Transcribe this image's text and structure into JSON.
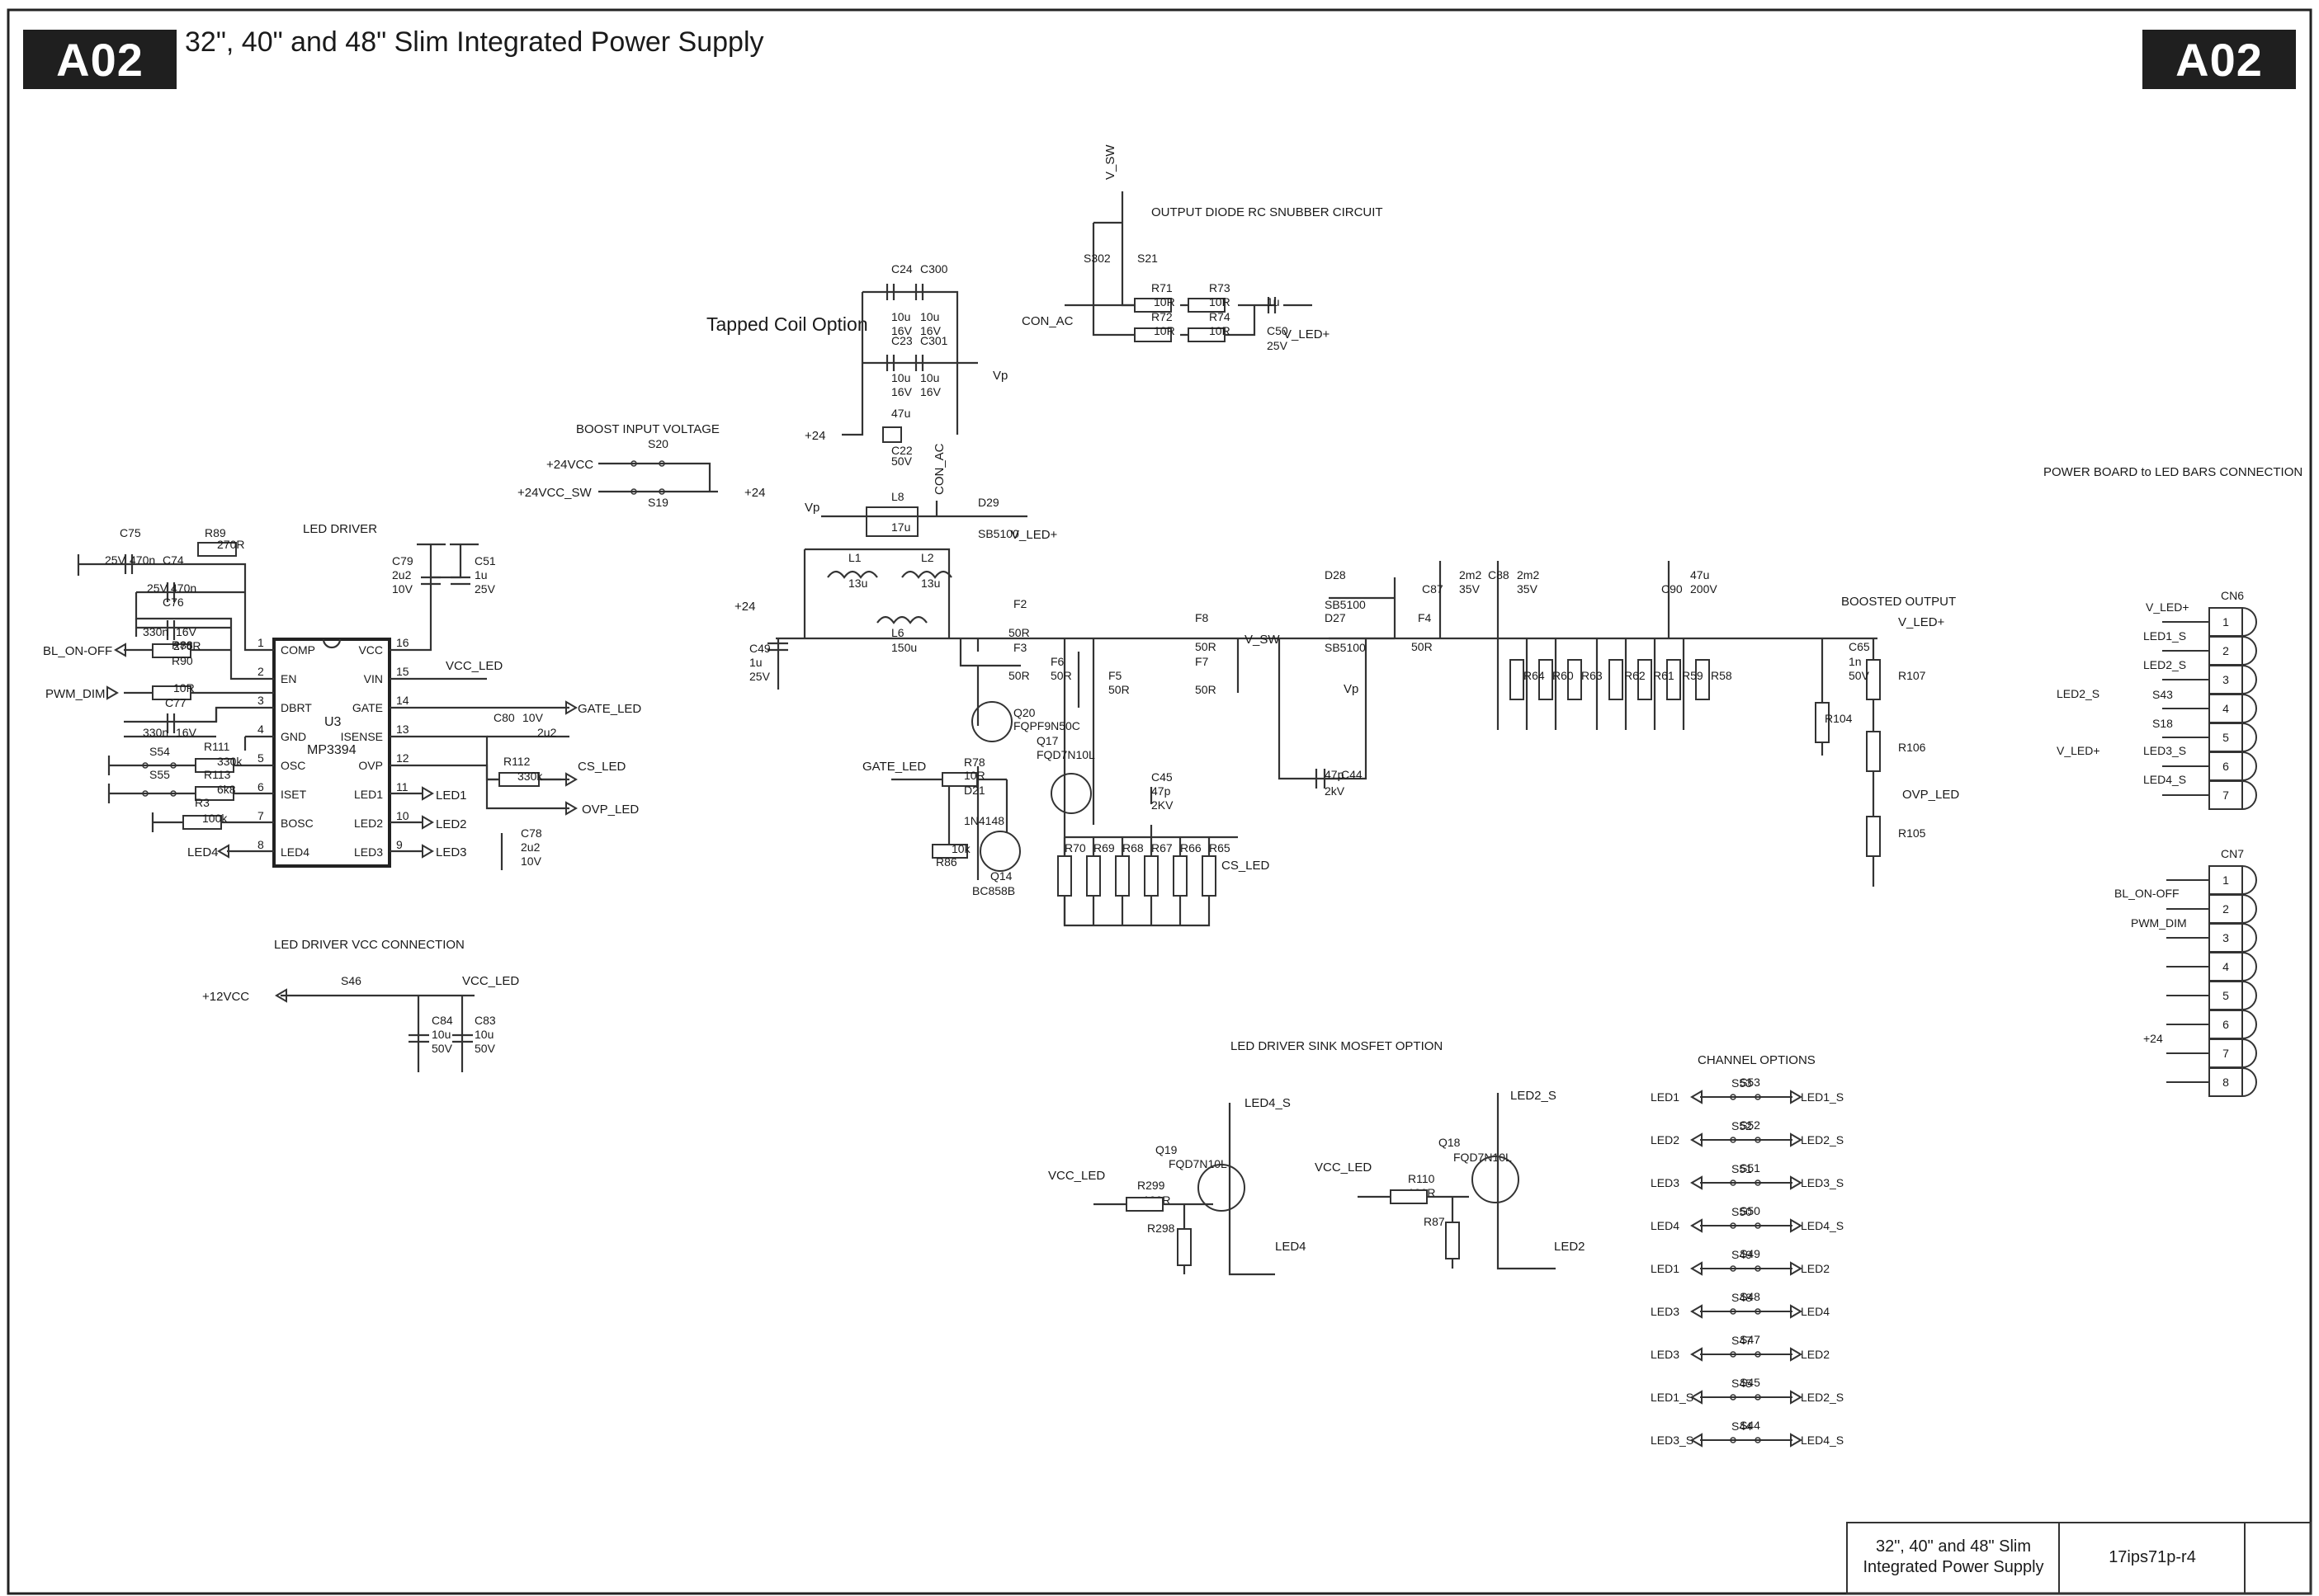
{
  "header": {
    "tag_left": "A02",
    "tag_right": "A02",
    "title": "32\", 40\" and 48\" Slim Integrated Power Supply"
  },
  "sections": {
    "led_driver": "LED DRIVER",
    "boost_input": "BOOST INPUT VOLTAGE",
    "tapped_coil": "Tapped Coil Option",
    "snubber": "OUTPUT DIODE RC SNUBBER CIRCUIT",
    "power_board": "POWER BOARD to LED BARS CONNECTION",
    "boosted_output": "BOOSTED OUTPUT",
    "vcc_connection": "LED DRIVER VCC CONNECTION",
    "sink_mosfet": "LED DRIVER SINK MOSFET OPTION",
    "channel_options": "CHANNEL OPTIONS"
  },
  "ic": {
    "ref": "U3",
    "part": "MP3394",
    "left_pins": [
      {
        "num": "1",
        "name": "COMP"
      },
      {
        "num": "2",
        "name": "EN"
      },
      {
        "num": "3",
        "name": "DBRT"
      },
      {
        "num": "4",
        "name": "GND"
      },
      {
        "num": "5",
        "name": "OSC"
      },
      {
        "num": "6",
        "name": "ISET"
      },
      {
        "num": "7",
        "name": "BOSC"
      },
      {
        "num": "8",
        "name": "LED4"
      }
    ],
    "right_pins": [
      {
        "num": "16",
        "name": "VCC"
      },
      {
        "num": "15",
        "name": "VIN"
      },
      {
        "num": "14",
        "name": "GATE"
      },
      {
        "num": "13",
        "name": "ISENSE"
      },
      {
        "num": "12",
        "name": "OVP"
      },
      {
        "num": "11",
        "name": "LED1"
      },
      {
        "num": "10",
        "name": "LED2"
      },
      {
        "num": "9",
        "name": "LED3"
      }
    ]
  },
  "nets": {
    "bl_on_off": "BL_ON-OFF",
    "pwm_dim": "PWM_DIM",
    "led4": "LED4",
    "vcc_led": "VCC_LED",
    "gate_led": "GATE_LED",
    "cs_led": "CS_LED",
    "ovp_led": "OVP_LED",
    "led1": "LED1",
    "led2": "LED2",
    "led3": "LED3",
    "plus24": "+24",
    "plus24vcc": "+24VCC",
    "plus24vcc_sw": "+24VCC_SW",
    "vp": "Vp",
    "v_sw": "V_SW",
    "v_led_plus": "V_LED+",
    "con_ac": "CON_AC",
    "plus12vcc": "+12VCC",
    "led4_s": "LED4_S",
    "led2_s": "LED2_S"
  },
  "labels": [
    [
      "C75",
      145,
      651
    ],
    [
      "25V",
      127,
      684
    ],
    [
      "470n",
      157,
      684
    ],
    [
      "R89",
      248,
      651
    ],
    [
      "270R",
      263,
      665
    ],
    [
      "C74",
      197,
      684
    ],
    [
      "25V",
      178,
      718
    ],
    [
      "470n",
      207,
      718
    ],
    [
      "C76",
      197,
      735
    ],
    [
      "330n",
      173,
      771
    ],
    [
      "16V",
      213,
      771
    ],
    [
      "R88",
      208,
      787
    ],
    [
      "270R",
      210,
      788
    ],
    [
      "R90",
      208,
      806
    ],
    [
      "10R",
      210,
      839
    ],
    [
      "C77",
      200,
      857
    ],
    [
      "330n",
      173,
      893
    ],
    [
      "16V",
      213,
      893
    ],
    [
      "S54",
      181,
      916
    ],
    [
      "R111",
      247,
      910
    ],
    [
      "330k",
      263,
      928
    ],
    [
      "S55",
      181,
      944
    ],
    [
      "R113",
      247,
      944
    ],
    [
      "6k8",
      263,
      962
    ],
    [
      "R3",
      236,
      978
    ],
    [
      "100k",
      245,
      997
    ],
    [
      "C79",
      475,
      685
    ],
    [
      "2u2",
      475,
      702
    ],
    [
      "10V",
      475,
      719
    ],
    [
      "C51",
      575,
      685
    ],
    [
      "1u",
      575,
      702
    ],
    [
      "25V",
      575,
      719
    ],
    [
      "C80",
      598,
      875
    ],
    [
      "10V",
      633,
      875
    ],
    [
      "2u2",
      651,
      893
    ],
    [
      "R112",
      610,
      928
    ],
    [
      "330k",
      627,
      946
    ],
    [
      "C78",
      631,
      1015
    ],
    [
      "2u2",
      631,
      1032
    ],
    [
      "10V",
      631,
      1049
    ],
    [
      "S20",
      785,
      543
    ],
    [
      "S19",
      785,
      614
    ],
    [
      "C24",
      1080,
      331
    ],
    [
      "C300",
      1115,
      331
    ],
    [
      "10u",
      1080,
      389
    ],
    [
      "10u",
      1115,
      389
    ],
    [
      "16V",
      1080,
      406
    ],
    [
      "16V",
      1115,
      406
    ],
    [
      "C23",
      1080,
      418
    ],
    [
      "C301",
      1115,
      418
    ],
    [
      "10u",
      1080,
      463
    ],
    [
      "10u",
      1115,
      463
    ],
    [
      "16V",
      1080,
      480
    ],
    [
      "16V",
      1115,
      480
    ],
    [
      "47u",
      1080,
      506
    ],
    [
      "C22",
      1080,
      551
    ],
    [
      "50V",
      1080,
      564
    ],
    [
      "S302",
      1313,
      318
    ],
    [
      "S21",
      1378,
      318
    ],
    [
      "R71",
      1395,
      354
    ],
    [
      "R73",
      1465,
      354
    ],
    [
      "10R",
      1398,
      371
    ],
    [
      "10R",
      1465,
      371
    ],
    [
      "R72",
      1395,
      389
    ],
    [
      "R74",
      1465,
      389
    ],
    [
      "10R",
      1398,
      406
    ],
    [
      "10R",
      1465,
      406
    ],
    [
      "1u",
      1535,
      371
    ],
    [
      "C50",
      1535,
      406
    ],
    [
      "25V",
      1535,
      424
    ],
    [
      "L8",
      1080,
      607
    ],
    [
      "17u",
      1080,
      644
    ],
    [
      "D29",
      1185,
      614
    ],
    [
      "SB5100",
      1185,
      652
    ],
    [
      "L1",
      1028,
      681
    ],
    [
      "13u",
      1028,
      712
    ],
    [
      "L2",
      1116,
      681
    ],
    [
      "13u",
      1116,
      712
    ],
    [
      "C49",
      908,
      791
    ],
    [
      "1u",
      908,
      808
    ],
    [
      "25V",
      908,
      825
    ],
    [
      "L6",
      1080,
      772
    ],
    [
      "150u",
      1080,
      790
    ],
    [
      "F2",
      1228,
      737
    ],
    [
      "50R",
      1222,
      772
    ],
    [
      "F3",
      1228,
      790
    ],
    [
      "50R",
      1222,
      824
    ],
    [
      "F6",
      1273,
      807
    ],
    [
      "50R",
      1273,
      824
    ],
    [
      "F5",
      1343,
      824
    ],
    [
      "50R",
      1343,
      841
    ],
    [
      "F8",
      1448,
      754
    ],
    [
      "50R",
      1448,
      789
    ],
    [
      "F7",
      1448,
      807
    ],
    [
      "50R",
      1448,
      841
    ],
    [
      "Q20",
      1228,
      869
    ],
    [
      "FQPF9N50C",
      1228,
      885
    ],
    [
      "Q17",
      1256,
      903
    ],
    [
      "FQD7N10L",
      1256,
      920
    ],
    [
      "C45",
      1395,
      947
    ],
    [
      "47p",
      1395,
      964
    ],
    [
      "2KV",
      1395,
      981
    ],
    [
      "R78",
      1168,
      929
    ],
    [
      "10R",
      1168,
      945
    ],
    [
      "D21",
      1168,
      963
    ],
    [
      "1N4148",
      1168,
      1000
    ],
    [
      "10k",
      1153,
      1034
    ],
    [
      "R86",
      1134,
      1050
    ],
    [
      "Q14",
      1200,
      1067
    ],
    [
      "BC858B",
      1178,
      1085
    ],
    [
      "R70",
      1290,
      1033
    ],
    [
      "R69",
      1325,
      1033
    ],
    [
      "R68",
      1360,
      1033
    ],
    [
      "R67",
      1395,
      1033
    ],
    [
      "R66",
      1430,
      1033
    ],
    [
      "R65",
      1465,
      1033
    ],
    [
      "D28",
      1605,
      702
    ],
    [
      "SB5100",
      1605,
      738
    ],
    [
      "D27",
      1605,
      754
    ],
    [
      "SB5100",
      1605,
      790
    ],
    [
      "F4",
      1718,
      754
    ],
    [
      "50R",
      1710,
      789
    ],
    [
      "47p",
      1605,
      944
    ],
    [
      "C44",
      1625,
      944
    ],
    [
      "2kV",
      1605,
      964
    ],
    [
      "C87",
      1723,
      719
    ],
    [
      "2m2",
      1768,
      702
    ],
    [
      "35V",
      1768,
      719
    ],
    [
      "C88",
      1803,
      702
    ],
    [
      "2m2",
      1838,
      702
    ],
    [
      "35V",
      1838,
      719
    ],
    [
      "C90",
      2013,
      719
    ],
    [
      "47u",
      2048,
      702
    ],
    [
      "200V",
      2048,
      719
    ],
    [
      "R64",
      1846,
      824
    ],
    [
      "R60",
      1881,
      824
    ],
    [
      "R63",
      1916,
      824
    ],
    [
      "R62",
      1968,
      824
    ],
    [
      "R61",
      2003,
      824
    ],
    [
      "R59",
      2038,
      824
    ],
    [
      "R58",
      2073,
      824
    ],
    [
      "C65",
      2240,
      789
    ],
    [
      "1n",
      2240,
      807
    ],
    [
      "50V",
      2240,
      824
    ],
    [
      "R107",
      2300,
      824
    ],
    [
      "R104",
      2211,
      876
    ],
    [
      "R106",
      2300,
      911
    ],
    [
      "R105",
      2300,
      1015
    ],
    [
      "S43",
      2608,
      847
    ],
    [
      "S18",
      2608,
      882
    ],
    [
      "CN6",
      2691,
      727
    ],
    [
      "CN7",
      2691,
      1040
    ],
    [
      "S46",
      413,
      1194
    ],
    [
      "C84",
      523,
      1242
    ],
    [
      "10u",
      523,
      1259
    ],
    [
      "50V",
      523,
      1276
    ],
    [
      "C83",
      575,
      1242
    ],
    [
      "10u",
      575,
      1259
    ],
    [
      "50V",
      575,
      1276
    ],
    [
      "Q19",
      1400,
      1399
    ],
    [
      "FQD7N10L",
      1416,
      1416
    ],
    [
      "R299",
      1378,
      1442
    ],
    [
      "100R",
      1385,
      1460
    ],
    [
      "R298",
      1390,
      1494
    ],
    [
      "Q18",
      1743,
      1390
    ],
    [
      "FQD7N10L",
      1761,
      1408
    ],
    [
      "R110",
      1706,
      1434
    ],
    [
      "100R",
      1706,
      1451
    ],
    [
      "R87",
      1725,
      1486
    ],
    [
      "S53",
      2108,
      1317
    ],
    [
      "S52",
      2108,
      1369
    ],
    [
      "S51",
      2108,
      1421
    ],
    [
      "S50",
      2108,
      1473
    ],
    [
      "S49",
      2108,
      1525
    ],
    [
      "S48",
      2108,
      1577
    ],
    [
      "S47",
      2108,
      1629
    ],
    [
      "S45",
      2108,
      1681
    ],
    [
      "S44",
      2108,
      1733
    ]
  ],
  "cn6": {
    "pins": [
      "1",
      "2",
      "3",
      "4",
      "5",
      "6",
      "7"
    ],
    "nets": [
      "V_LED+",
      "LED1_S",
      "LED2_S",
      "LED2_S",
      "V_LED+",
      "LED3_S",
      "LED4_S"
    ]
  },
  "cn7": {
    "pins": [
      "1",
      "2",
      "3",
      "4",
      "5",
      "6",
      "7",
      "8"
    ],
    "nets": [
      "BL_ON-OFF",
      "PWM_DIM",
      "+24"
    ]
  },
  "channel_options": [
    {
      "left": "LED1",
      "sw": "S53",
      "right": "LED1_S"
    },
    {
      "left": "LED2",
      "sw": "S52",
      "right": "LED2_S"
    },
    {
      "left": "LED3",
      "sw": "S51",
      "right": "LED3_S"
    },
    {
      "left": "LED4",
      "sw": "S50",
      "right": "LED4_S"
    },
    {
      "left": "LED1",
      "sw": "S49",
      "right": "LED2"
    },
    {
      "left": "LED3",
      "sw": "S48",
      "right": "LED4"
    },
    {
      "left": "LED3",
      "sw": "S47",
      "right": "LED2"
    },
    {
      "left": "LED1_S",
      "sw": "S45",
      "right": "LED2_S"
    },
    {
      "left": "LED3_S",
      "sw": "S44",
      "right": "LED4_S"
    }
  ],
  "title_block": {
    "title_line1": "32\", 40\" and 48\" Slim",
    "title_line2": "Integrated Power Supply",
    "doc_number": "17ips71p-r4"
  }
}
